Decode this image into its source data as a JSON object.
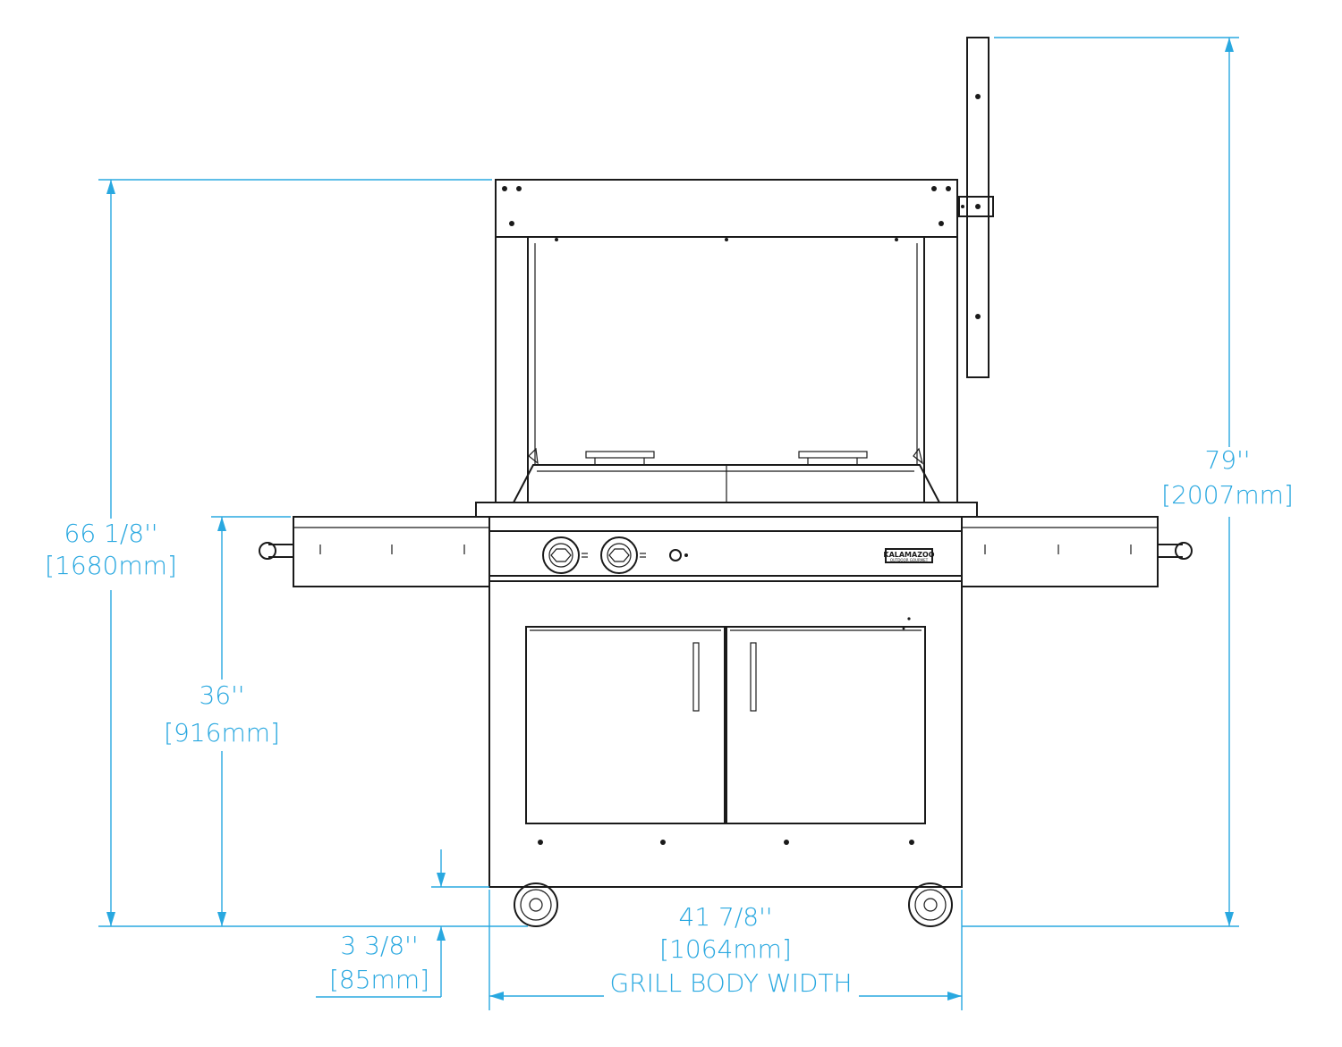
{
  "colors": {
    "dimension": "#29a8e0",
    "outline": "#1a1a1a",
    "background": "#ffffff"
  },
  "dimensions": {
    "overall_height": {
      "imperial": "79''",
      "metric": "[2007mm]"
    },
    "hood_height": {
      "imperial": "66 1/8''",
      "metric": "[1680mm]"
    },
    "counter_height": {
      "imperial": "36''",
      "metric": "[916mm]"
    },
    "ground_clearance": {
      "imperial": "3 3/8''",
      "metric": "[85mm]"
    },
    "body_width": {
      "imperial": "41 7/8''",
      "metric": "[1064mm]",
      "caption": "GRILL BODY WIDTH"
    }
  },
  "brand_plate": {
    "text": "KALAMAZOO",
    "subtext": "OUTDOOR GOURMET"
  }
}
